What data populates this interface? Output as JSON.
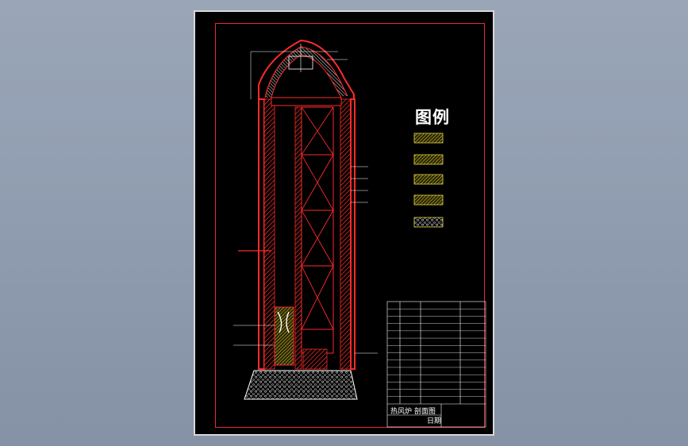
{
  "drawing": {
    "legend_title": "图例",
    "title_block": {
      "drawing_name": "热风炉 剖面图",
      "date_label": "日期"
    }
  },
  "colors": {
    "sheet_bg": "#000000",
    "frame": "#e8283c",
    "lining": "#ff2a2a",
    "hatch_yellow": "#e6d84a",
    "table_lines": "#ffffff"
  }
}
